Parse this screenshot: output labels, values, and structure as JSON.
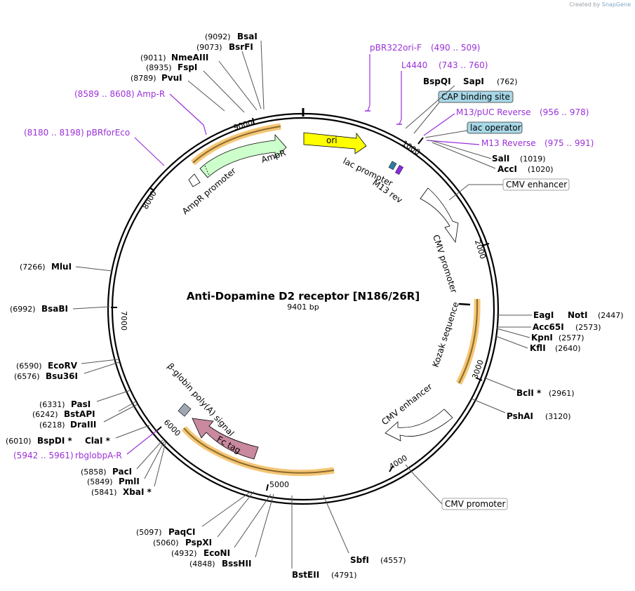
{
  "credit": {
    "prefix": "Created by",
    "brand": "SnapGene"
  },
  "title": "Anti-Dopamine D2 receptor [N186/26R]",
  "subtitle": "9401 bp",
  "ticks": [
    "1000",
    "2000",
    "3000",
    "4000",
    "5000",
    "6000",
    "7000",
    "8000",
    "9000"
  ],
  "enzymes": [
    {
      "id": "bsai",
      "name": "BsaI",
      "pos": "(9092)"
    },
    {
      "id": "bsrfi",
      "name": "BsrFI",
      "pos": "(9073)"
    },
    {
      "id": "nmeaiii",
      "name": "NmeAIII",
      "pos": "(9011)"
    },
    {
      "id": "fspi",
      "name": "FspI",
      "pos": "(8935)"
    },
    {
      "id": "pvui",
      "name": "PvuI",
      "pos": "(8789)"
    },
    {
      "id": "bspqi",
      "name": "BspQI",
      "name2": "SapI",
      "pos": "(762)"
    },
    {
      "id": "sali",
      "name": "SalI",
      "pos": "(1019)"
    },
    {
      "id": "acci",
      "name": "AccI",
      "pos": "(1020)"
    },
    {
      "id": "eagi",
      "name": "EagI",
      "name2": "NotI",
      "pos": "(2447)"
    },
    {
      "id": "acc65i",
      "name": "Acc65I",
      "pos": "(2573)"
    },
    {
      "id": "kpni",
      "name": "KpnI",
      "pos": "(2577)"
    },
    {
      "id": "kfli",
      "name": "KflI",
      "pos": "(2640)"
    },
    {
      "id": "bcli",
      "name": "BclI *",
      "pos": "(2961)"
    },
    {
      "id": "pshai",
      "name": "PshAI",
      "pos": "(3120)"
    },
    {
      "id": "sbfi",
      "name": "SbfI",
      "pos": "(4557)"
    },
    {
      "id": "bsteii",
      "name": "BstEII",
      "pos": "(4791)"
    },
    {
      "id": "bsshii",
      "name": "BssHII",
      "pos": "(4848)"
    },
    {
      "id": "econi",
      "name": "EcoNI",
      "pos": "(4932)"
    },
    {
      "id": "pspxi",
      "name": "PspXI",
      "pos": "(5060)"
    },
    {
      "id": "paqci",
      "name": "PaqCI",
      "pos": "(5097)"
    },
    {
      "id": "xbai",
      "name": "XbaI *",
      "pos": "(5841)"
    },
    {
      "id": "pmli",
      "name": "PmlI",
      "pos": "(5849)"
    },
    {
      "id": "paci",
      "name": "PacI",
      "pos": "(5858)"
    },
    {
      "id": "bspdi",
      "name": "BspDI *",
      "name2": "ClaI *",
      "pos": "(6010)"
    },
    {
      "id": "draiii",
      "name": "DraIII",
      "pos": "(6218)"
    },
    {
      "id": "bstapi",
      "name": "BstAPI",
      "pos": "(6242)"
    },
    {
      "id": "pasi",
      "name": "PasI",
      "pos": "(6331)"
    },
    {
      "id": "bsu36i",
      "name": "Bsu36I",
      "pos": "(6576)"
    },
    {
      "id": "ecorv",
      "name": "EcoRV",
      "pos": "(6590)"
    },
    {
      "id": "bsabi",
      "name": "BsaBI",
      "pos": "(6992)"
    },
    {
      "id": "mlui",
      "name": "MluI",
      "pos": "(7266)"
    }
  ],
  "primers": [
    {
      "id": "pbr322ori-f",
      "name": "pBR322ori-F",
      "range": "(490 .. 509)"
    },
    {
      "id": "l4440",
      "name": "L4440",
      "range": "(743 .. 760)"
    },
    {
      "id": "m13-puc-reverse",
      "name": "M13/pUC Reverse",
      "range": "(956 .. 978)"
    },
    {
      "id": "m13-reverse",
      "name": "M13 Reverse",
      "range": "(975 .. 991)"
    },
    {
      "id": "amp-r",
      "name": "Amp-R",
      "range": "(8589 .. 8608)"
    },
    {
      "id": "pbrforeco",
      "name": "pBRforEco",
      "range": "(8180 .. 8198)"
    },
    {
      "id": "rbglobpa-r",
      "name": "rbglobpA-R",
      "range": "(5942 .. 5961)"
    }
  ],
  "boxed_labels": {
    "cap": "CAP binding site",
    "lacop": "lac operator",
    "cmv_enh": "CMV enhancer",
    "cmv_prom": "CMV promoter"
  },
  "features": {
    "ori": "ori",
    "lac_promoter": "lac promoter",
    "m13_rev": "M13 rev",
    "cmv_promoter": "CMV promoter",
    "kozak": "Kozak sequence",
    "cmv_enhancer": "CMV enhancer",
    "beta_globin": "β-globin poly(A) signal",
    "fc_tag": "Fc tag",
    "ampr": "AmpR",
    "ampr_promoter": "AmpR promoter"
  },
  "colors": {
    "ori": "#ffff00",
    "ampr": "#ccffcc",
    "fc_tag": "#c9899f",
    "highlight": "#f5c676",
    "primer": "#9b30d9",
    "box_fill": "#a8d8e8",
    "lac_blue": "#2e7ea0",
    "lac_purple": "#8a2be2",
    "polya": "#9ea7b2"
  }
}
